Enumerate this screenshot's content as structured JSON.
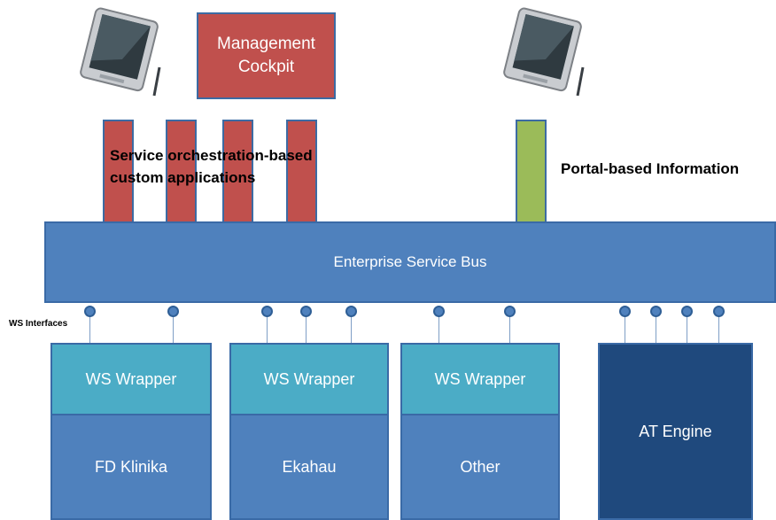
{
  "management": {
    "label": "Management\nCockpit"
  },
  "captions": {
    "service": "Service orchestration-based\ncustom applications",
    "portal": "Portal-based Information"
  },
  "esb": {
    "label": "Enterprise Service Bus"
  },
  "ws_interfaces_label": "WS Interfaces",
  "systems": [
    {
      "wrapper": "WS Wrapper",
      "name": "FD Klinika"
    },
    {
      "wrapper": "WS Wrapper",
      "name": "Ekahau"
    },
    {
      "wrapper": "WS Wrapper",
      "name": "Other"
    }
  ],
  "engine": {
    "name": "AT Engine"
  },
  "colors": {
    "app_red": "#c0504d",
    "portal_green": "#9bbb59",
    "esb_blue": "#4f81bd",
    "wrapper_teal": "#4bacc6",
    "engine_navy": "#1f497d"
  },
  "icons": [
    "tablet-device-icon",
    "tablet-device-icon"
  ]
}
